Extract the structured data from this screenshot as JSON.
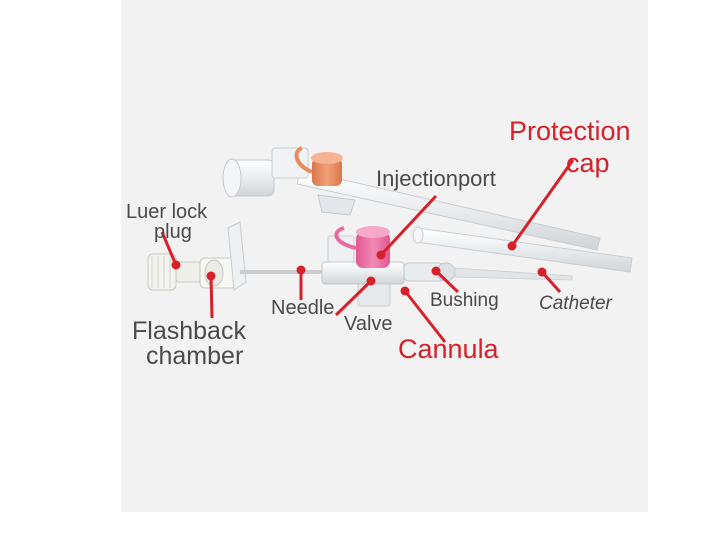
{
  "labels": {
    "protection_cap_1": "Protection",
    "protection_cap_2": "cap",
    "injection_port": "Injectionport",
    "luer_lock_1": "Luer lock",
    "luer_lock_2": "plug",
    "needle": "Needle",
    "valve": "Valve",
    "bushing": "Bushing",
    "catheter": "Catheter",
    "flashback_1": "Flashback",
    "flashback_2": "chamber",
    "cannula": "Cannula"
  },
  "colors": {
    "label_red": "#d6202a",
    "label_dark": "#4a4a4a",
    "background": "#f2f2f2",
    "plastic": "#eceff1",
    "port_orange": "#e88c5e",
    "port_pink": "#e96aa0"
  }
}
